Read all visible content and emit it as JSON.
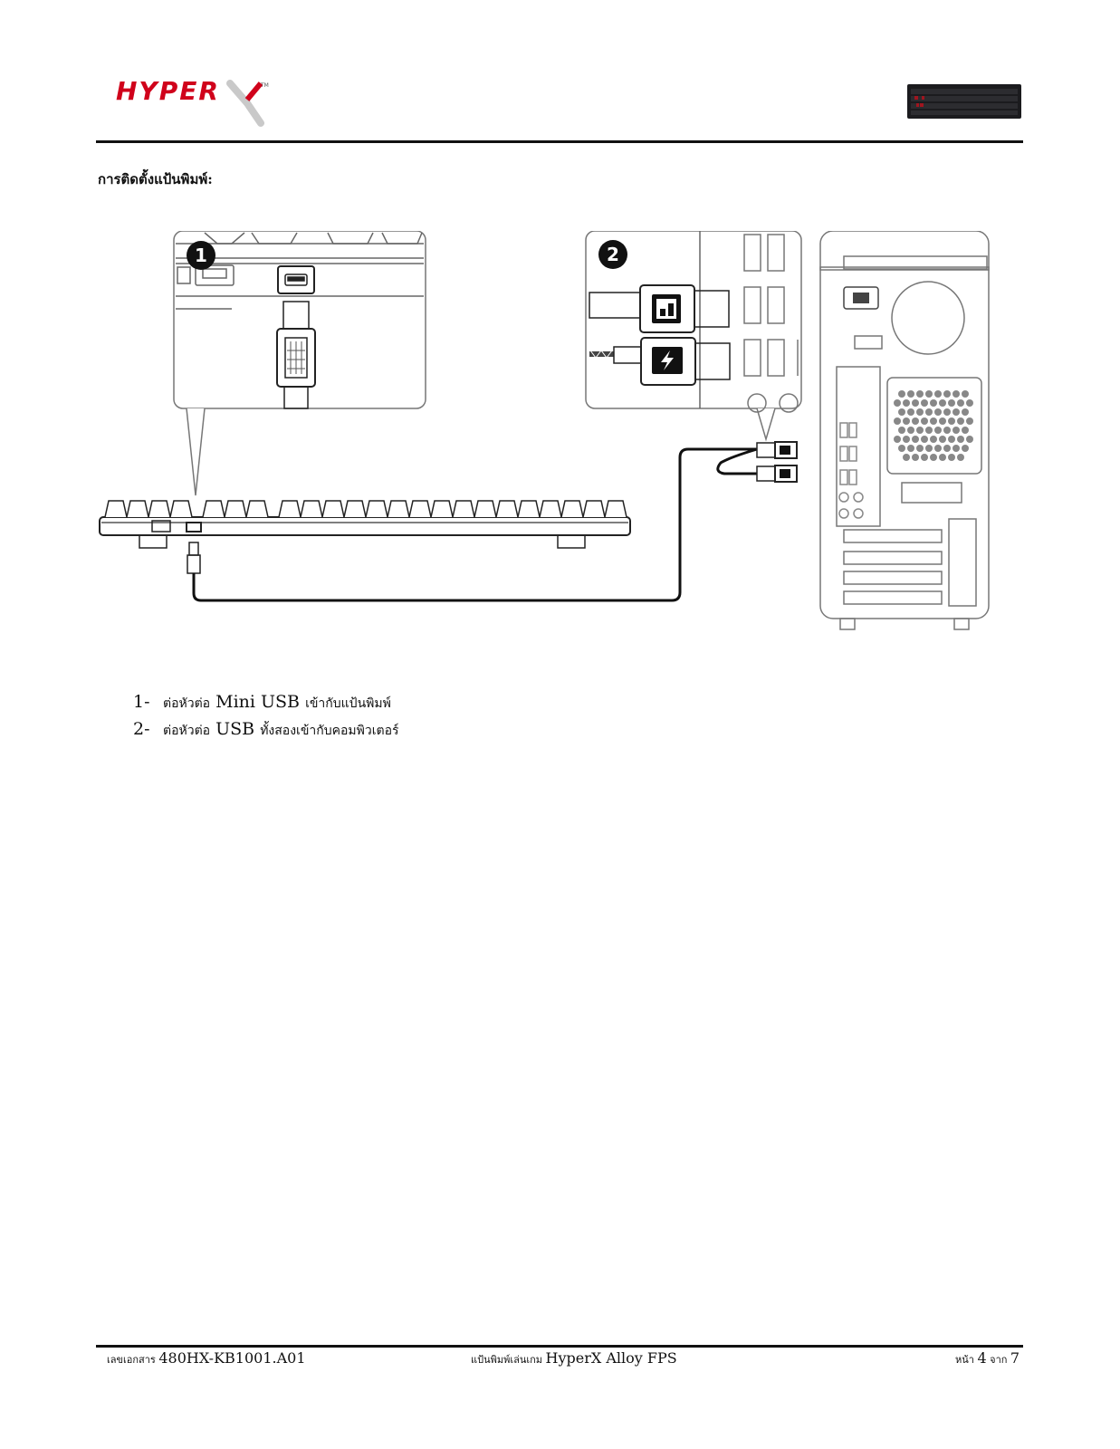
{
  "header": {
    "logo_text": "HYPERX",
    "product_thumbnail": "keyboard-thumbnail"
  },
  "section": {
    "heading": "การติดตั้งแป้นพิมพ์:"
  },
  "figure": {
    "callout_1": "1",
    "callout_2": "2",
    "icons": [
      "mini-usb-port-icon",
      "usb-data-icon",
      "usb-power-bolt-icon",
      "desktop-pc-tower-icon",
      "keyboard-side-view-icon"
    ]
  },
  "steps": [
    {
      "num": "1-",
      "pre": "ต่อหัวต่อ ",
      "en": "Mini USB",
      "post": " เข้ากับแป้นพิมพ์"
    },
    {
      "num": "2-",
      "pre": "ต่อหัวต่อ ",
      "en": "USB",
      "post": " ทั้งสองเข้ากับคอมพิวเตอร์"
    }
  ],
  "footer": {
    "left_label": "เลขเอกสาร ",
    "left_value": "480HX-KB1001.A01",
    "center_label": "แป้นพิมพ์เล่นเกม ",
    "center_value": "HyperX Alloy FPS",
    "right_label": "หน้า ",
    "right_page": "4",
    "right_of": " จาก ",
    "right_total": "7"
  },
  "colors": {
    "brand_red": "#d0021b",
    "line": "#111111",
    "gray": "#9a9a9a"
  }
}
